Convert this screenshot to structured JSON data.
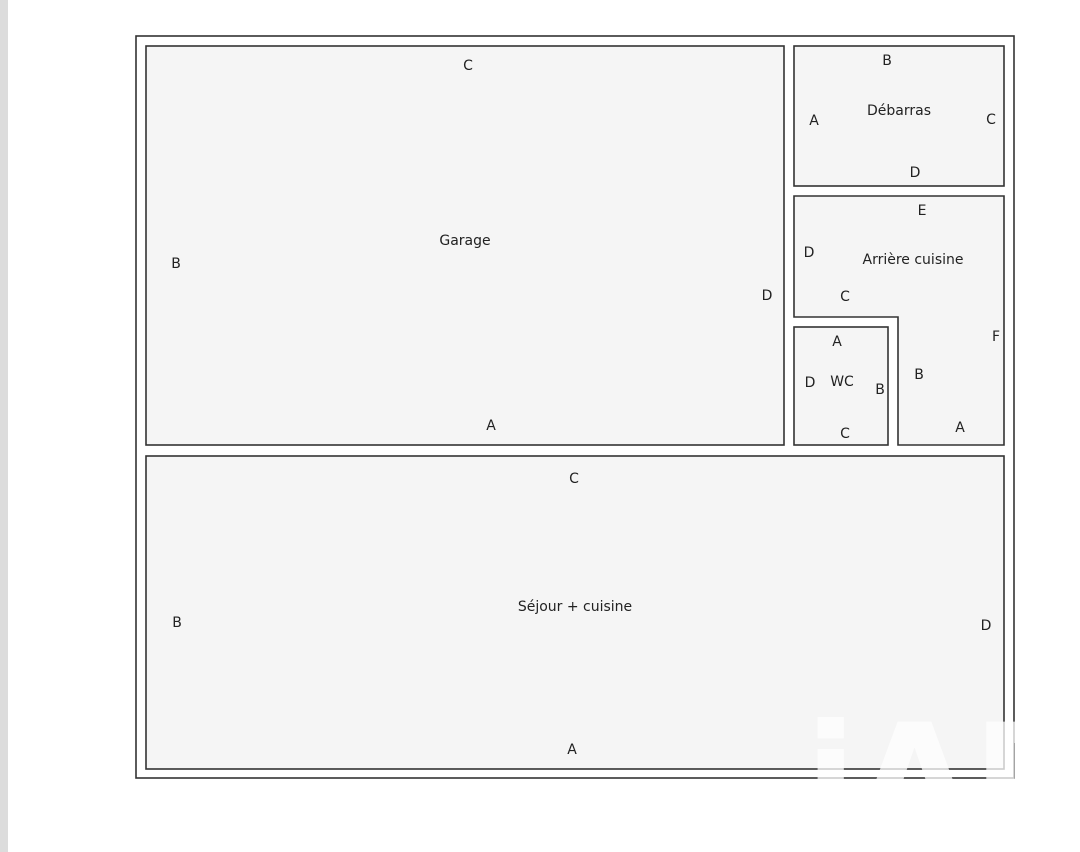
{
  "rooms": {
    "garage": {
      "name": "Garage",
      "walls": {
        "a": "A",
        "b": "B",
        "c": "C",
        "d": "D"
      }
    },
    "debarras": {
      "name": "Débarras",
      "walls": {
        "a": "A",
        "b": "B",
        "c": "C",
        "d": "D"
      }
    },
    "arriere_cuisine": {
      "name": "Arrière cuisine",
      "walls": {
        "a": "A",
        "b": "B",
        "c": "C",
        "d": "D",
        "e": "E",
        "f": "F"
      }
    },
    "wc": {
      "name": "WC",
      "walls": {
        "a": "A",
        "b": "B",
        "c": "C",
        "d": "D"
      }
    },
    "sejour": {
      "name": "Séjour + cuisine",
      "walls": {
        "a": "A",
        "b": "B",
        "c": "C",
        "d": "D"
      }
    }
  },
  "watermark": "iAD"
}
